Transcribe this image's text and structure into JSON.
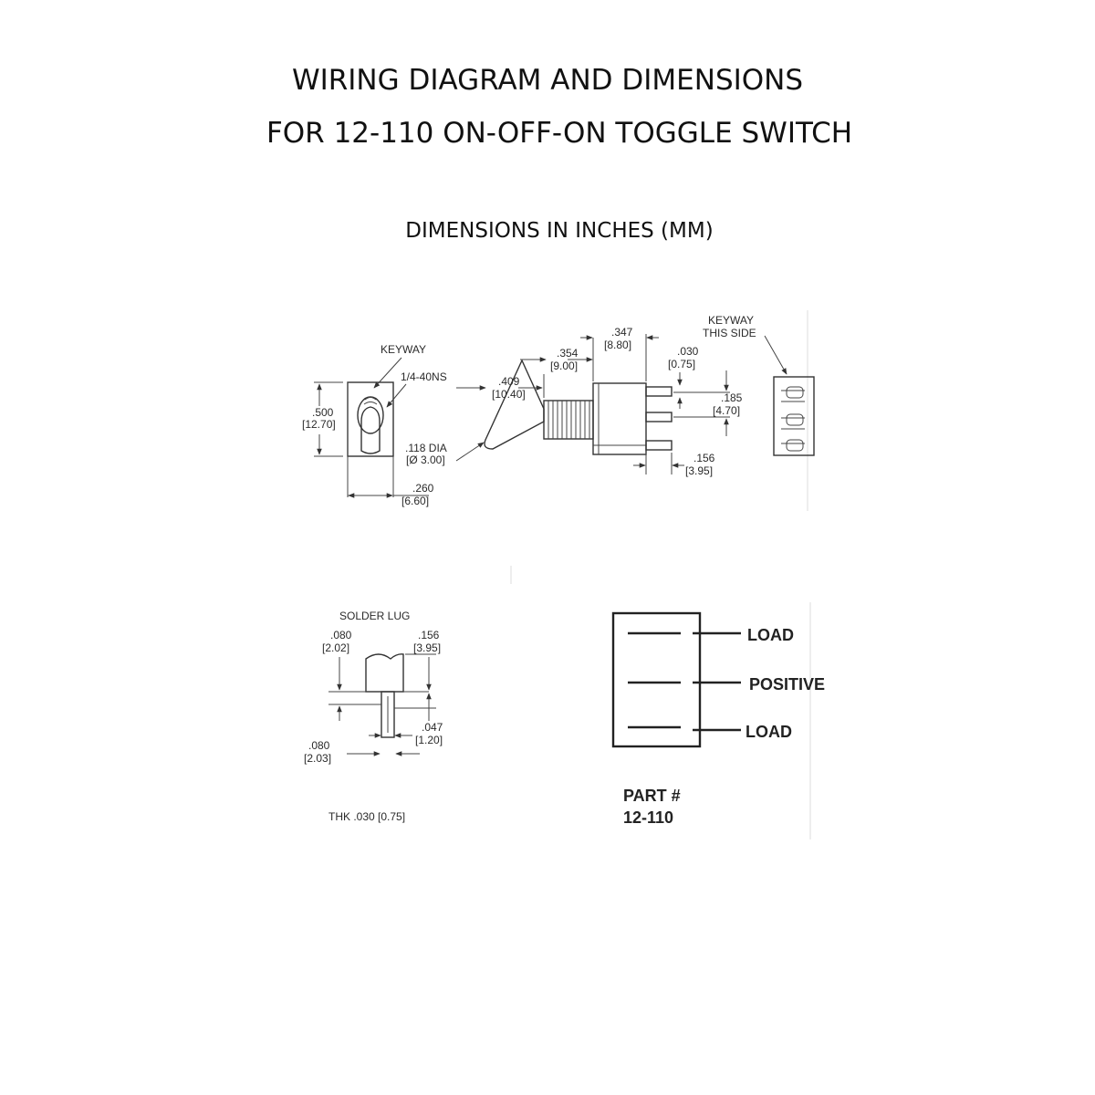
{
  "title": {
    "line1": "WIRING DIAGRAM AND DIMENSIONS",
    "line2": "FOR 12-110 ON-OFF-ON TOGGLE SWITCH"
  },
  "subtitle": "DIMENSIONS IN INCHES (MM)",
  "front_view": {
    "keyway": "KEYWAY",
    "thread": "1/4-40NS",
    "height_in": ".500",
    "height_mm": "[12.70]",
    "width_in": ".260",
    "width_mm": "[6.60]"
  },
  "side_view": {
    "lever_dia_in": ".118 DIA",
    "lever_dia_mm": "[Ø 3.00]",
    "lever_len_in": ".409",
    "lever_len_mm": "[10.40]",
    "bushing_in": ".354",
    "bushing_mm": "[9.00]",
    "body_in": ".347",
    "body_mm": "[8.80]",
    "term_thk_in": ".030",
    "term_thk_mm": "[0.75]",
    "term_pitch_in": ".185",
    "term_pitch_mm": "[4.70]",
    "term_len_in": ".156",
    "term_len_mm": "[3.95]"
  },
  "bottom_view": {
    "keyway_line1": "KEYWAY",
    "keyway_line2": "THIS SIDE"
  },
  "solder_lug": {
    "title": "SOLDER LUG",
    "top_in": ".080",
    "top_mm": "[2.02]",
    "len_in": ".156",
    "len_mm": "[3.95]",
    "hole_in": ".047",
    "hole_mm": "[1.20]",
    "width_in": ".080",
    "width_mm": "[2.03]",
    "thickness": "THK .030 [0.75]"
  },
  "wiring": {
    "terminals": [
      "LOAD",
      "POSITIVE",
      "LOAD"
    ],
    "part_label": "PART #",
    "part_number": "12-110"
  }
}
